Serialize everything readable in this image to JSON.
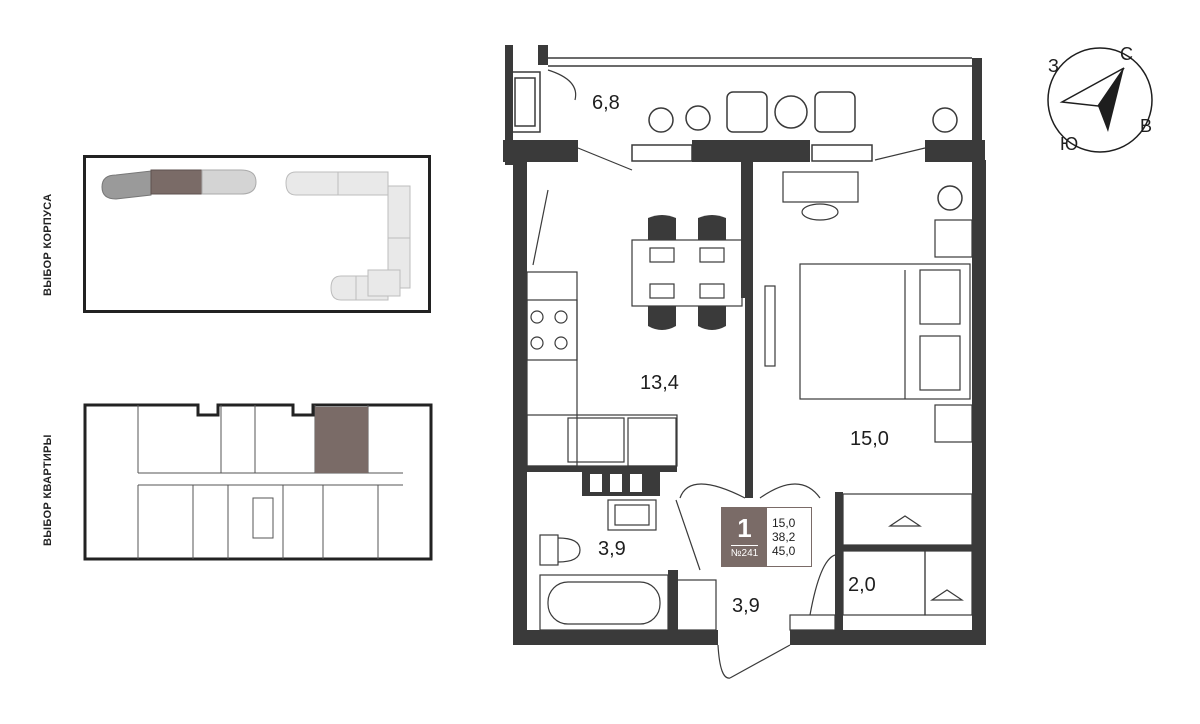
{
  "panels": {
    "building_label": "ВЫБОР КОРПУСА",
    "apartment_label": "ВЫБОР КВАРТИРЫ"
  },
  "rooms": {
    "balcony": "6,8",
    "kitchen": "13,4",
    "bedroom": "15,0",
    "bathroom": "3,9",
    "hall": "3,9",
    "wardrobe": "2,0"
  },
  "badge": {
    "rooms": "1",
    "number": "№241",
    "living_area": "15,0",
    "kitchen_area": "38,2",
    "total_area": "45,0"
  },
  "compass": {
    "north": "С",
    "west": "З",
    "east": "В",
    "south": "Ю"
  },
  "colors": {
    "wall": "#3a3a3a",
    "accent": "#7a6b67",
    "inactive_section": "#d9d9d9"
  }
}
